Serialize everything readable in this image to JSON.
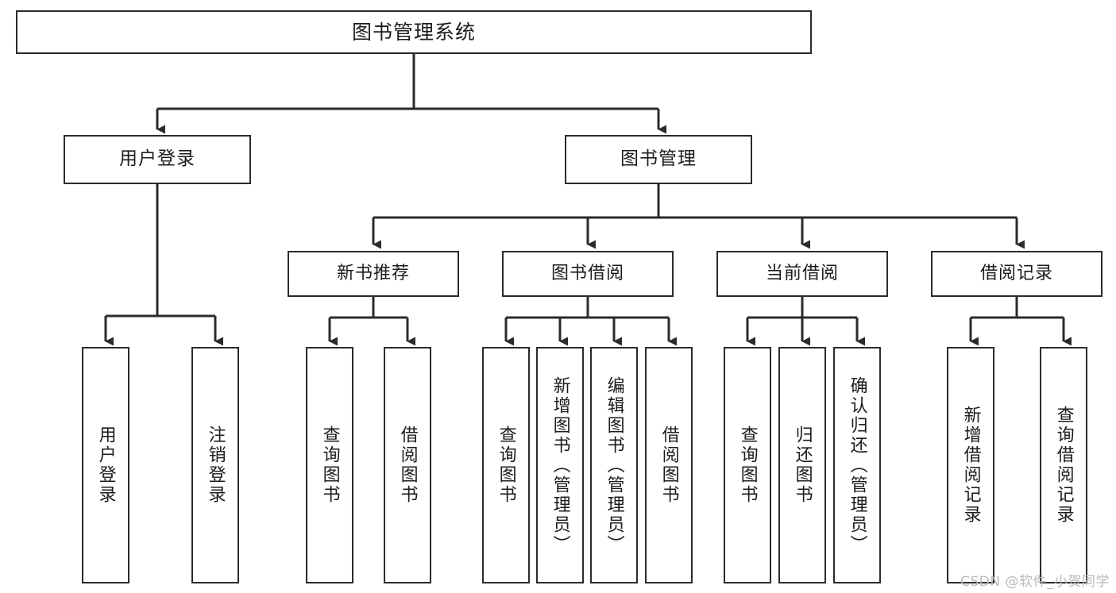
{
  "diagram": {
    "title": "图书管理系统",
    "type": "功能结构图",
    "style": {
      "line_color": "#2b2b2b",
      "box_fill": "#ffffff",
      "text_color": "#1c1c1c",
      "background": "#ffffff",
      "watermark_color": "#b9b9b9"
    }
  },
  "root": {
    "label": "图书管理系统"
  },
  "level2": [
    {
      "id": "user-login",
      "label": "用户登录"
    },
    {
      "id": "book-manage",
      "label": "图书管理"
    }
  ],
  "level3": [
    {
      "id": "new-book-recommend",
      "label": "新书推荐"
    },
    {
      "id": "book-borrow",
      "label": "图书借阅"
    },
    {
      "id": "current-borrow",
      "label": "当前借阅"
    },
    {
      "id": "borrow-record",
      "label": "借阅记录"
    }
  ],
  "leaves": [
    {
      "id": "leaf-user-login",
      "label": "用户登录",
      "parent": "user-login"
    },
    {
      "id": "leaf-user-logout",
      "label": "注销登录",
      "parent": "user-login"
    },
    {
      "id": "leaf-query-book-1",
      "label": "查询图书",
      "parent": "new-book-recommend"
    },
    {
      "id": "leaf-borrow-book-1",
      "label": "借阅图书",
      "parent": "new-book-recommend"
    },
    {
      "id": "leaf-query-book-2",
      "label": "查询图书",
      "parent": "book-borrow"
    },
    {
      "id": "leaf-add-book",
      "label": "新增图书（管理员）",
      "parent": "book-borrow"
    },
    {
      "id": "leaf-edit-book",
      "label": "编辑图书（管理员）",
      "parent": "book-borrow"
    },
    {
      "id": "leaf-borrow-book-2",
      "label": "借阅图书",
      "parent": "book-borrow"
    },
    {
      "id": "leaf-query-book-3",
      "label": "查询图书",
      "parent": "current-borrow"
    },
    {
      "id": "leaf-return-book",
      "label": "归还图书",
      "parent": "current-borrow"
    },
    {
      "id": "leaf-confirm-return",
      "label": "确认归还（管理员）",
      "parent": "current-borrow"
    },
    {
      "id": "leaf-add-record",
      "label": "新增借阅记录",
      "parent": "borrow-record"
    },
    {
      "id": "leaf-query-record",
      "label": "查询借阅记录",
      "parent": "borrow-record"
    }
  ],
  "watermark": {
    "text": "CSDN @软件_小贺同学"
  }
}
